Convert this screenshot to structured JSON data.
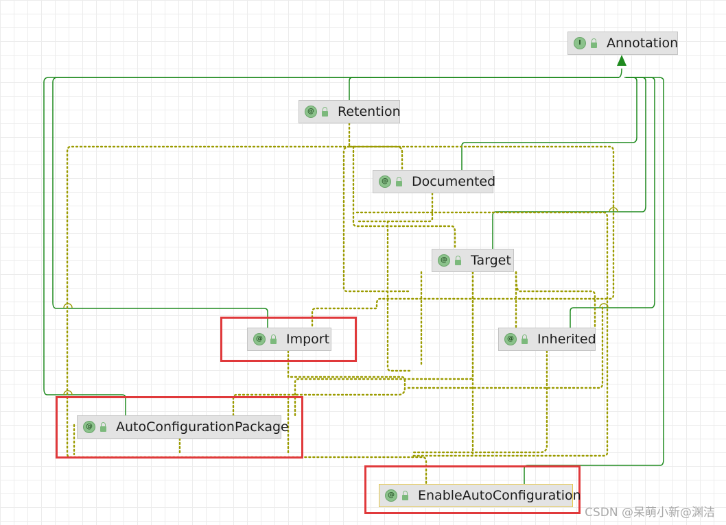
{
  "nodes": [
    {
      "label": "Annotation",
      "badge": "I"
    },
    {
      "label": "Retention",
      "badge": "@"
    },
    {
      "label": "Documented",
      "badge": "@"
    },
    {
      "label": "Target",
      "badge": "@"
    },
    {
      "label": "Import",
      "badge": "@"
    },
    {
      "label": "Inherited",
      "badge": "@"
    },
    {
      "label": "AutoConfigurationPackage",
      "badge": "@"
    },
    {
      "label": "EnableAutoConfiguration",
      "badge": "@"
    }
  ],
  "colors": {
    "implements_edge": "#1e8a1e",
    "annotated_edge": "#9b9b00",
    "highlight_box": "#e0393b"
  },
  "watermark": "CSDN @呆萌小新@渊洁"
}
